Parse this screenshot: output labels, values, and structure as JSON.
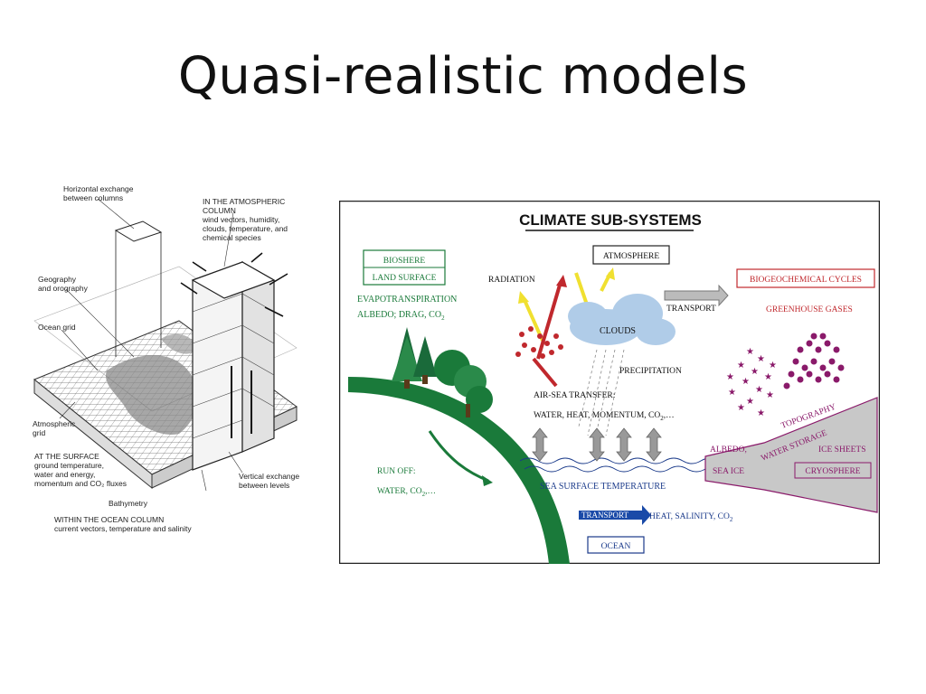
{
  "slide": {
    "title": "Quasi-realistic models"
  },
  "gcm_figure": {
    "labels": {
      "horizontal_exchange_1": "Horizontal exchange",
      "horizontal_exchange_2": "between columns",
      "geography_1": "Geography",
      "geography_2": "and orography",
      "ocean_grid": "Ocean grid",
      "atmospheric_grid_1": "Atmospheric",
      "atmospheric_grid_2": "grid",
      "at_surface_1": "AT THE SURFACE",
      "at_surface_2": "ground temperature,",
      "at_surface_3": "water and energy,",
      "at_surface_4": "momentum and   CO₂ fluxes",
      "bathymetry": "Bathymetry",
      "ocean_column_1": "WITHIN THE OCEAN COLUMN",
      "ocean_column_2": "current vectors, temperature and salinity",
      "atm_column_1": "IN THE ATMOSPHERIC",
      "atm_column_2": "COLUMN",
      "atm_column_3": "wind vectors, humidity,",
      "atm_column_4": "clouds, temperature, and",
      "atm_column_5": "chemical species",
      "vertical_exchange_1": "Vertical exchange",
      "vertical_exchange_2": "between levels"
    }
  },
  "climate_figure": {
    "title": "CLIMATE SUB-SYSTEMS",
    "labels": {
      "bioshere": "BIOSHERE",
      "land_surface": "LAND SURFACE",
      "evapotranspiration": "EVAPOTRANSPIRATION",
      "albedo_drag": "ALBEDO; DRAG, CO",
      "radiation": "RADIATION",
      "atmosphere": "ATMOSPHERE",
      "transport_top": "TRANSPORT",
      "clouds": "CLOUDS",
      "precipitation": "PRECIPITATION",
      "biogeochemical": "BIOGEOCHEMICAL CYCLES",
      "greenhouse": "GREENHOUSE GASES",
      "air_sea": "AIR-SEA TRANSFER:",
      "water_heat": "WATER, HEAT, MOMENTUM, CO",
      "topography": "TOPOGRAPHY",
      "water_storage": "WATER STORAGE",
      "albedo": "ALBEDO,",
      "ice_sheets": "ICE SHEETS",
      "sea_ice": "SEA ICE",
      "cryosphere": "CRYOSPHERE",
      "run_off": "RUN OFF:",
      "water_co2": "WATER, CO",
      "sst": "SEA SURFACE TEMPERATURE",
      "transport_ocean": "TRANSPORT",
      "heat_salinity": "HEAT, SALINITY, CO",
      "ocean": "OCEAN",
      "sub2": "2",
      "ellipsis": ",…"
    },
    "colors": {
      "green": "#1a7a3a",
      "red": "#c0282d",
      "navy": "#1a3a8a",
      "purple": "#8a1a6a"
    }
  }
}
